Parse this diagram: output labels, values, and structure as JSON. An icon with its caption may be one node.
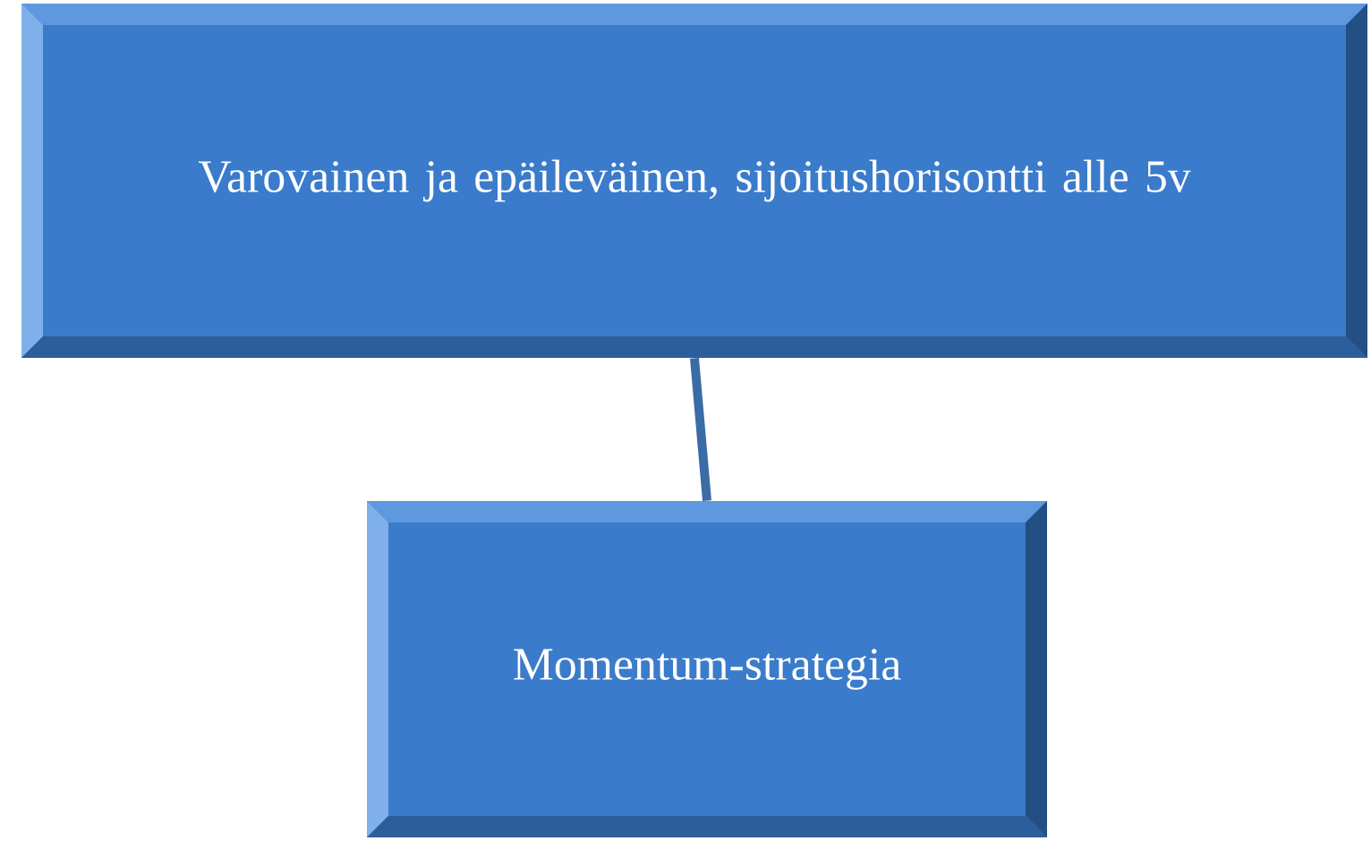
{
  "diagram": {
    "nodes": [
      {
        "text": [
          "Varovainen ja epäileväinen, sijoitushorisontti alle 5v"
        ]
      },
      {
        "text": [
          "Momentum-strategia"
        ]
      }
    ],
    "edges": [
      {
        "from": 0,
        "to": 1,
        "arrow": "none"
      }
    ]
  }
}
